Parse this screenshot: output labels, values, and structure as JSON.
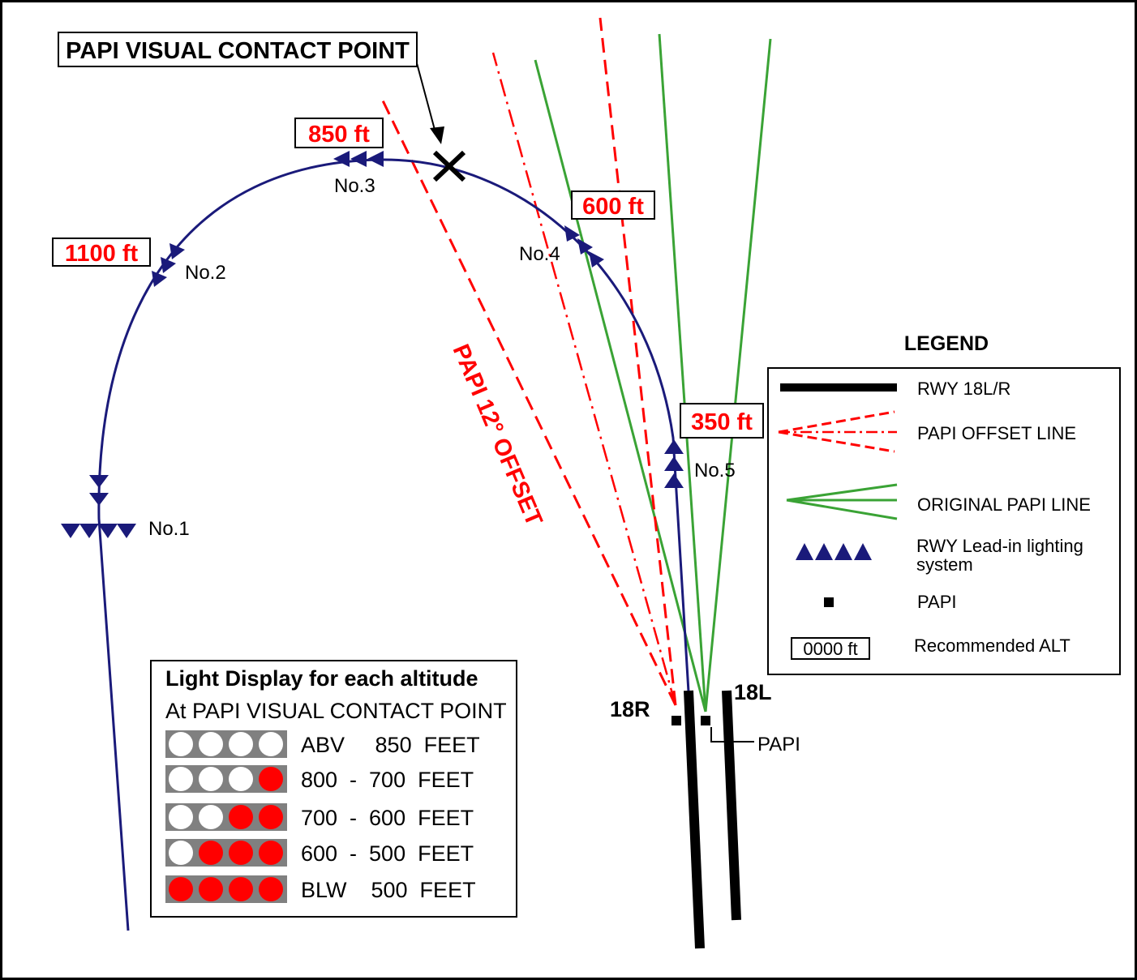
{
  "title": "PAPI VISUAL CONTACT POINT",
  "offset_label": "PAPI  12° OFFSET",
  "altitudes": {
    "a850": "850  ft",
    "a1100": "1100  ft",
    "a600": "600  ft",
    "a350": "350  ft"
  },
  "lights": {
    "no1": "No.1",
    "no2": "No.2",
    "no3": "No.3",
    "no4": "No.4",
    "no5": "No.5"
  },
  "runways": {
    "r18r": "18R",
    "r18l": "18L",
    "papi": "PAPI"
  },
  "legend": {
    "title": "LEGEND",
    "rwy": "RWY 18L/R",
    "offset_line": "PAPI OFFSET LINE",
    "original_line": "ORIGINAL PAPI LINE",
    "lead_in_1": "RWY Lead-in lighting",
    "lead_in_2": "system",
    "papi": "PAPI",
    "alt_sample": "0000 ft",
    "alt": "Recommended ALT"
  },
  "light_display": {
    "title": "Light Display for each altitude",
    "subtitle": "At PAPI VISUAL CONTACT POINT",
    "rows": [
      {
        "lights": [
          "white",
          "white",
          "white",
          "white"
        ],
        "label": "ABV     850  FEET"
      },
      {
        "lights": [
          "white",
          "white",
          "white",
          "red"
        ],
        "label": "800  -  700  FEET"
      },
      {
        "lights": [
          "white",
          "white",
          "red",
          "red"
        ],
        "label": "700  -  600  FEET"
      },
      {
        "lights": [
          "white",
          "red",
          "red",
          "red"
        ],
        "label": "600  -  500  FEET"
      },
      {
        "lights": [
          "red",
          "red",
          "red",
          "red"
        ],
        "label": "BLW    500  FEET"
      }
    ]
  },
  "colors": {
    "track": "#1a1a7a",
    "offset": "#ff0000",
    "original": "#3aa335",
    "runway": "#000000",
    "light_white": "#ffffff",
    "light_red": "#ff0000",
    "light_bg": "#808080"
  }
}
